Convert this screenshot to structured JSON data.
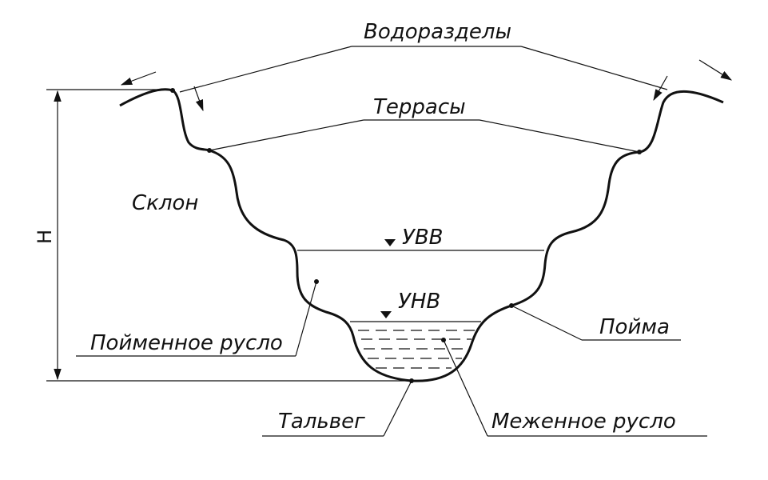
{
  "labels": {
    "watersheds": "Водоразделы",
    "terraces": "Террасы",
    "slope": "Склон",
    "high_water": "УВВ",
    "low_water": "УНВ",
    "floodplain_channel": "Пойменное русло",
    "floodplain": "Пойма",
    "thalweg": "Тальвег",
    "low_water_channel": "Меженное русло",
    "height": "H"
  },
  "colors": {
    "line": "#111111",
    "background": "#ffffff"
  }
}
